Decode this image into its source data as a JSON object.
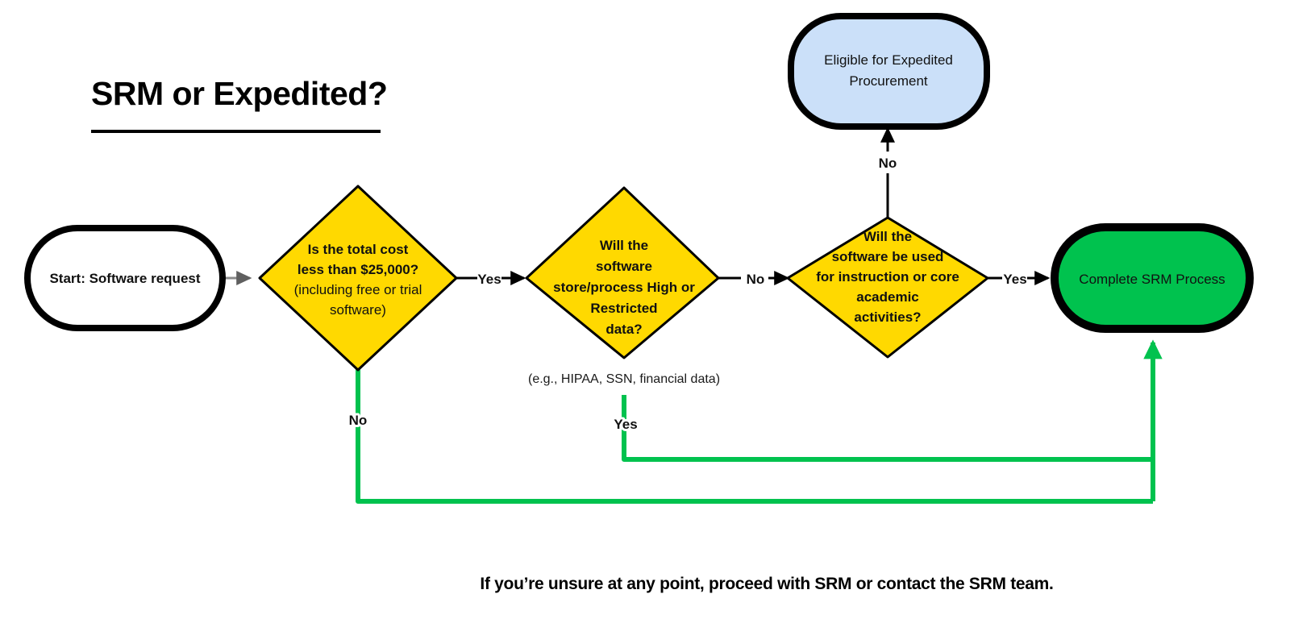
{
  "page": {
    "title": "SRM or Expedited?",
    "background_color": "#ffffff",
    "footer_note": "If you’re unsure at any point, proceed with SRM or contact the SRM team."
  },
  "colors": {
    "decision_fill": "#ffd900",
    "terminal_fill": "#ffffff",
    "expedited_fill": "#cbe0f9",
    "srm_fill": "#00c24e",
    "outline": "#000000",
    "green_edge": "#00c24e",
    "gray_edge": "#8a8a8a"
  },
  "nodes": {
    "start": {
      "id": "start",
      "shape": "stadium",
      "label": "Start: Software request",
      "fill": "#ffffff"
    },
    "decision_cost": {
      "id": "decision-cost",
      "shape": "diamond",
      "label_lines": [
        "Is the total cost",
        "less than $25,000?"
      ],
      "sub_lines": [
        "(including free or trial",
        "software)"
      ],
      "fill": "#ffd900"
    },
    "decision_data": {
      "id": "decision-data",
      "shape": "diamond",
      "label_lines": [
        "Will the",
        "software",
        "store/process High or",
        "Restricted",
        "data?"
      ],
      "fill": "#ffd900",
      "annotation": "(e.g., HIPAA, SSN, financial data)"
    },
    "decision_academic": {
      "id": "decision-academic",
      "shape": "diamond",
      "label_lines": [
        "Will the",
        "software be used",
        "for instruction or core",
        "academic",
        "activities?"
      ],
      "fill": "#ffd900"
    },
    "expedited": {
      "id": "expedited",
      "shape": "stadium",
      "label_lines": [
        "Eligible for Expedited",
        "Procurement"
      ],
      "fill": "#cbe0f9"
    },
    "srm": {
      "id": "srm",
      "shape": "stadium",
      "label": "Complete SRM Process",
      "fill": "#00c24e"
    }
  },
  "edges": [
    {
      "id": "start-to-cost",
      "from": "start",
      "to": "decision_cost",
      "label": "",
      "color": "#8a8a8a"
    },
    {
      "id": "cost-yes-to-data",
      "from": "decision_cost",
      "to": "decision_data",
      "label": "Yes",
      "color": "#000000"
    },
    {
      "id": "cost-no-to-srm",
      "from": "decision_cost",
      "to": "srm",
      "label": "No",
      "color": "#00c24e"
    },
    {
      "id": "data-no-to-academic",
      "from": "decision_data",
      "to": "decision_academic",
      "label": "No",
      "color": "#000000"
    },
    {
      "id": "data-yes-to-srm",
      "from": "decision_data",
      "to": "srm",
      "label": "Yes",
      "color": "#00c24e"
    },
    {
      "id": "academic-no-to-expedited",
      "from": "decision_academic",
      "to": "expedited",
      "label": "No",
      "color": "#000000"
    },
    {
      "id": "academic-yes-to-srm",
      "from": "decision_academic",
      "to": "srm",
      "label": "Yes",
      "color": "#000000"
    }
  ]
}
